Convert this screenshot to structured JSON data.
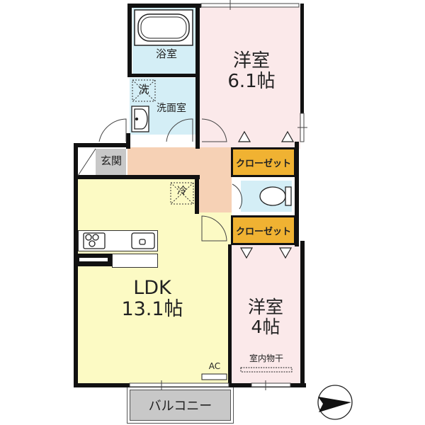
{
  "floorplan": {
    "rooms": {
      "western_room_1": {
        "name": "洋室",
        "size": "6.1帖"
      },
      "western_room_2": {
        "name": "洋室",
        "size": "4帖"
      },
      "ldk": {
        "name": "LDK",
        "size": "13.1帖"
      },
      "bathroom": {
        "name": "浴室"
      },
      "washroom": {
        "name": "洗面室"
      },
      "washer": {
        "name": "洗"
      },
      "entrance": {
        "name": "玄関"
      },
      "fridge": {
        "name": "冷"
      },
      "closet_1": {
        "name": "クローゼット"
      },
      "closet_2": {
        "name": "クローゼット"
      },
      "balcony": {
        "name": "バルコニー"
      }
    },
    "labels": {
      "ac": "AC",
      "indoor_drying": "室内物干"
    },
    "compass": {
      "icon": "north-arrow-icon",
      "direction": "east"
    },
    "colors": {
      "western_room": "#fbe9ea",
      "ldk": "#fcfac4",
      "hallway": "#f6d1b5",
      "wet_area": "#d4eef6",
      "closet": "#f0b232",
      "entrance": "#c8c8c8",
      "balcony": "#c8c8c8",
      "wall": "#111111"
    }
  }
}
